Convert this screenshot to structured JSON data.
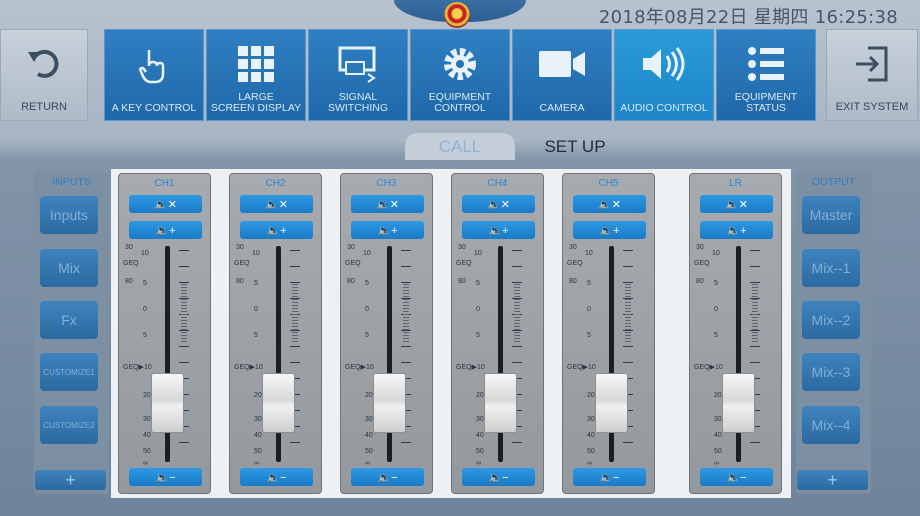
{
  "clock": "2018年08月22日 星期四  16:25:38",
  "nav": {
    "return_label": "RETURN",
    "exit_label": "EXIT SYSTEM",
    "items": [
      {
        "label": "A KEY CONTROL",
        "icon": "hand-pointer-icon"
      },
      {
        "label": "LARGE\nSCREEN DISPLAY",
        "icon": "grid-icon"
      },
      {
        "label": "SIGNAL\nSWITCHING",
        "icon": "monitor-switch-icon"
      },
      {
        "label": "EQUIPMENT\nCONTROL",
        "icon": "gear-icon"
      },
      {
        "label": "CAMERA",
        "icon": "video-camera-icon"
      },
      {
        "label": "AUDIO CONTROL",
        "icon": "speaker-icon",
        "active": true
      },
      {
        "label": "EQUIPMENT\nSTATUS",
        "icon": "list-icon"
      }
    ]
  },
  "tabs": {
    "call": "CALL",
    "setup": "SET UP"
  },
  "inputs": {
    "title": "INPUTS",
    "buttons": [
      "Inputs",
      "Mix",
      "Fx",
      "CUSTOMIZE1",
      "CUSTOMIZE2"
    ],
    "add": "+"
  },
  "outputs": {
    "title": "OUTPUT",
    "buttons": [
      "Master",
      "Mix--1",
      "Mix--2",
      "Mix--3",
      "Mix--4"
    ],
    "add": "+"
  },
  "channels": [
    {
      "name": "CH1"
    },
    {
      "name": "CH2"
    },
    {
      "name": "CH3"
    },
    {
      "name": "CH4"
    },
    {
      "name": "CH5"
    },
    {
      "name": "LR"
    }
  ],
  "fader_scale": [
    "30",
    "GEQ",
    "80",
    "10",
    "5",
    "0",
    "5",
    "GEQ▶10",
    "20",
    "30",
    "40",
    "50",
    "∞"
  ],
  "colors": {
    "accent": "#1f86d3",
    "nav_bg": "#2571b2"
  }
}
